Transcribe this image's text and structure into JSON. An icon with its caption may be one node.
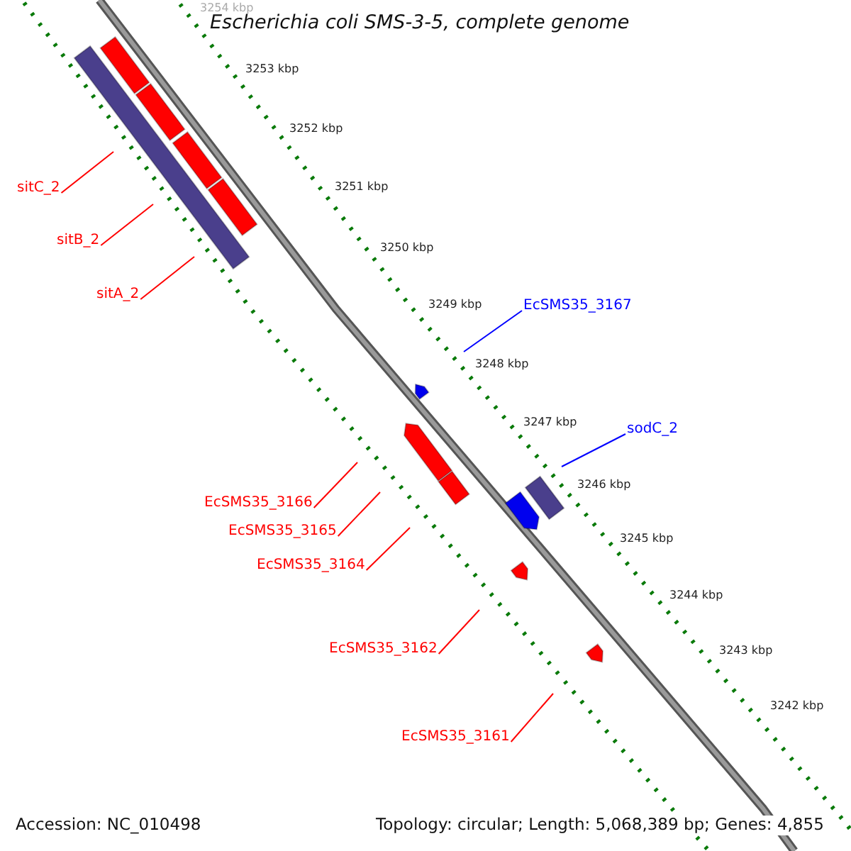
{
  "diagram": {
    "title": "Escherichia coli SMS-3-5, complete genome",
    "nodes": [
      {
        "text": [
          "sitC_2"
        ]
      },
      {
        "text": [
          "sitB_2"
        ]
      },
      {
        "text": [
          "sitA_2"
        ]
      },
      {
        "text": [
          "EcSMS35_3167"
        ]
      },
      {
        "text": [
          "sodC_2"
        ]
      },
      {
        "text": [
          "EcSMS35_3166"
        ]
      },
      {
        "text": [
          "EcSMS35_3165"
        ]
      },
      {
        "text": [
          "EcSMS35_3164"
        ]
      },
      {
        "text": [
          "EcSMS35_3162"
        ]
      },
      {
        "text": [
          "EcSMS35_3161"
        ]
      }
    ],
    "edges": [
      {
        "from": 0,
        "to": null,
        "arrow": "none"
      },
      {
        "from": 1,
        "to": null,
        "arrow": "none"
      },
      {
        "from": 2,
        "to": null,
        "arrow": "none"
      },
      {
        "from": 3,
        "to": null,
        "arrow": "none",
        "color": "#0000ff"
      },
      {
        "from": 4,
        "to": null,
        "arrow": "none",
        "color": "#0000ff"
      },
      {
        "from": 5,
        "to": null,
        "arrow": "none"
      },
      {
        "from": 6,
        "to": null,
        "arrow": "none"
      },
      {
        "from": 7,
        "to": null,
        "arrow": "none"
      },
      {
        "from": 8,
        "to": null,
        "arrow": "none"
      },
      {
        "from": 9,
        "to": null,
        "arrow": "none"
      }
    ],
    "labels": [
      "3254 kbp",
      "3253 kbp",
      "3252 kbp",
      "3251 kbp",
      "3250 kbp",
      "3249 kbp",
      "3248 kbp",
      "3247 kbp",
      "3246 kbp",
      "3245 kbp",
      "3244 kbp",
      "3243 kbp",
      "3242 kbp",
      "Accession: NC_010498",
      "Topology: circular; Length: 5,068,389 bp; Genes: 4,855"
    ]
  }
}
